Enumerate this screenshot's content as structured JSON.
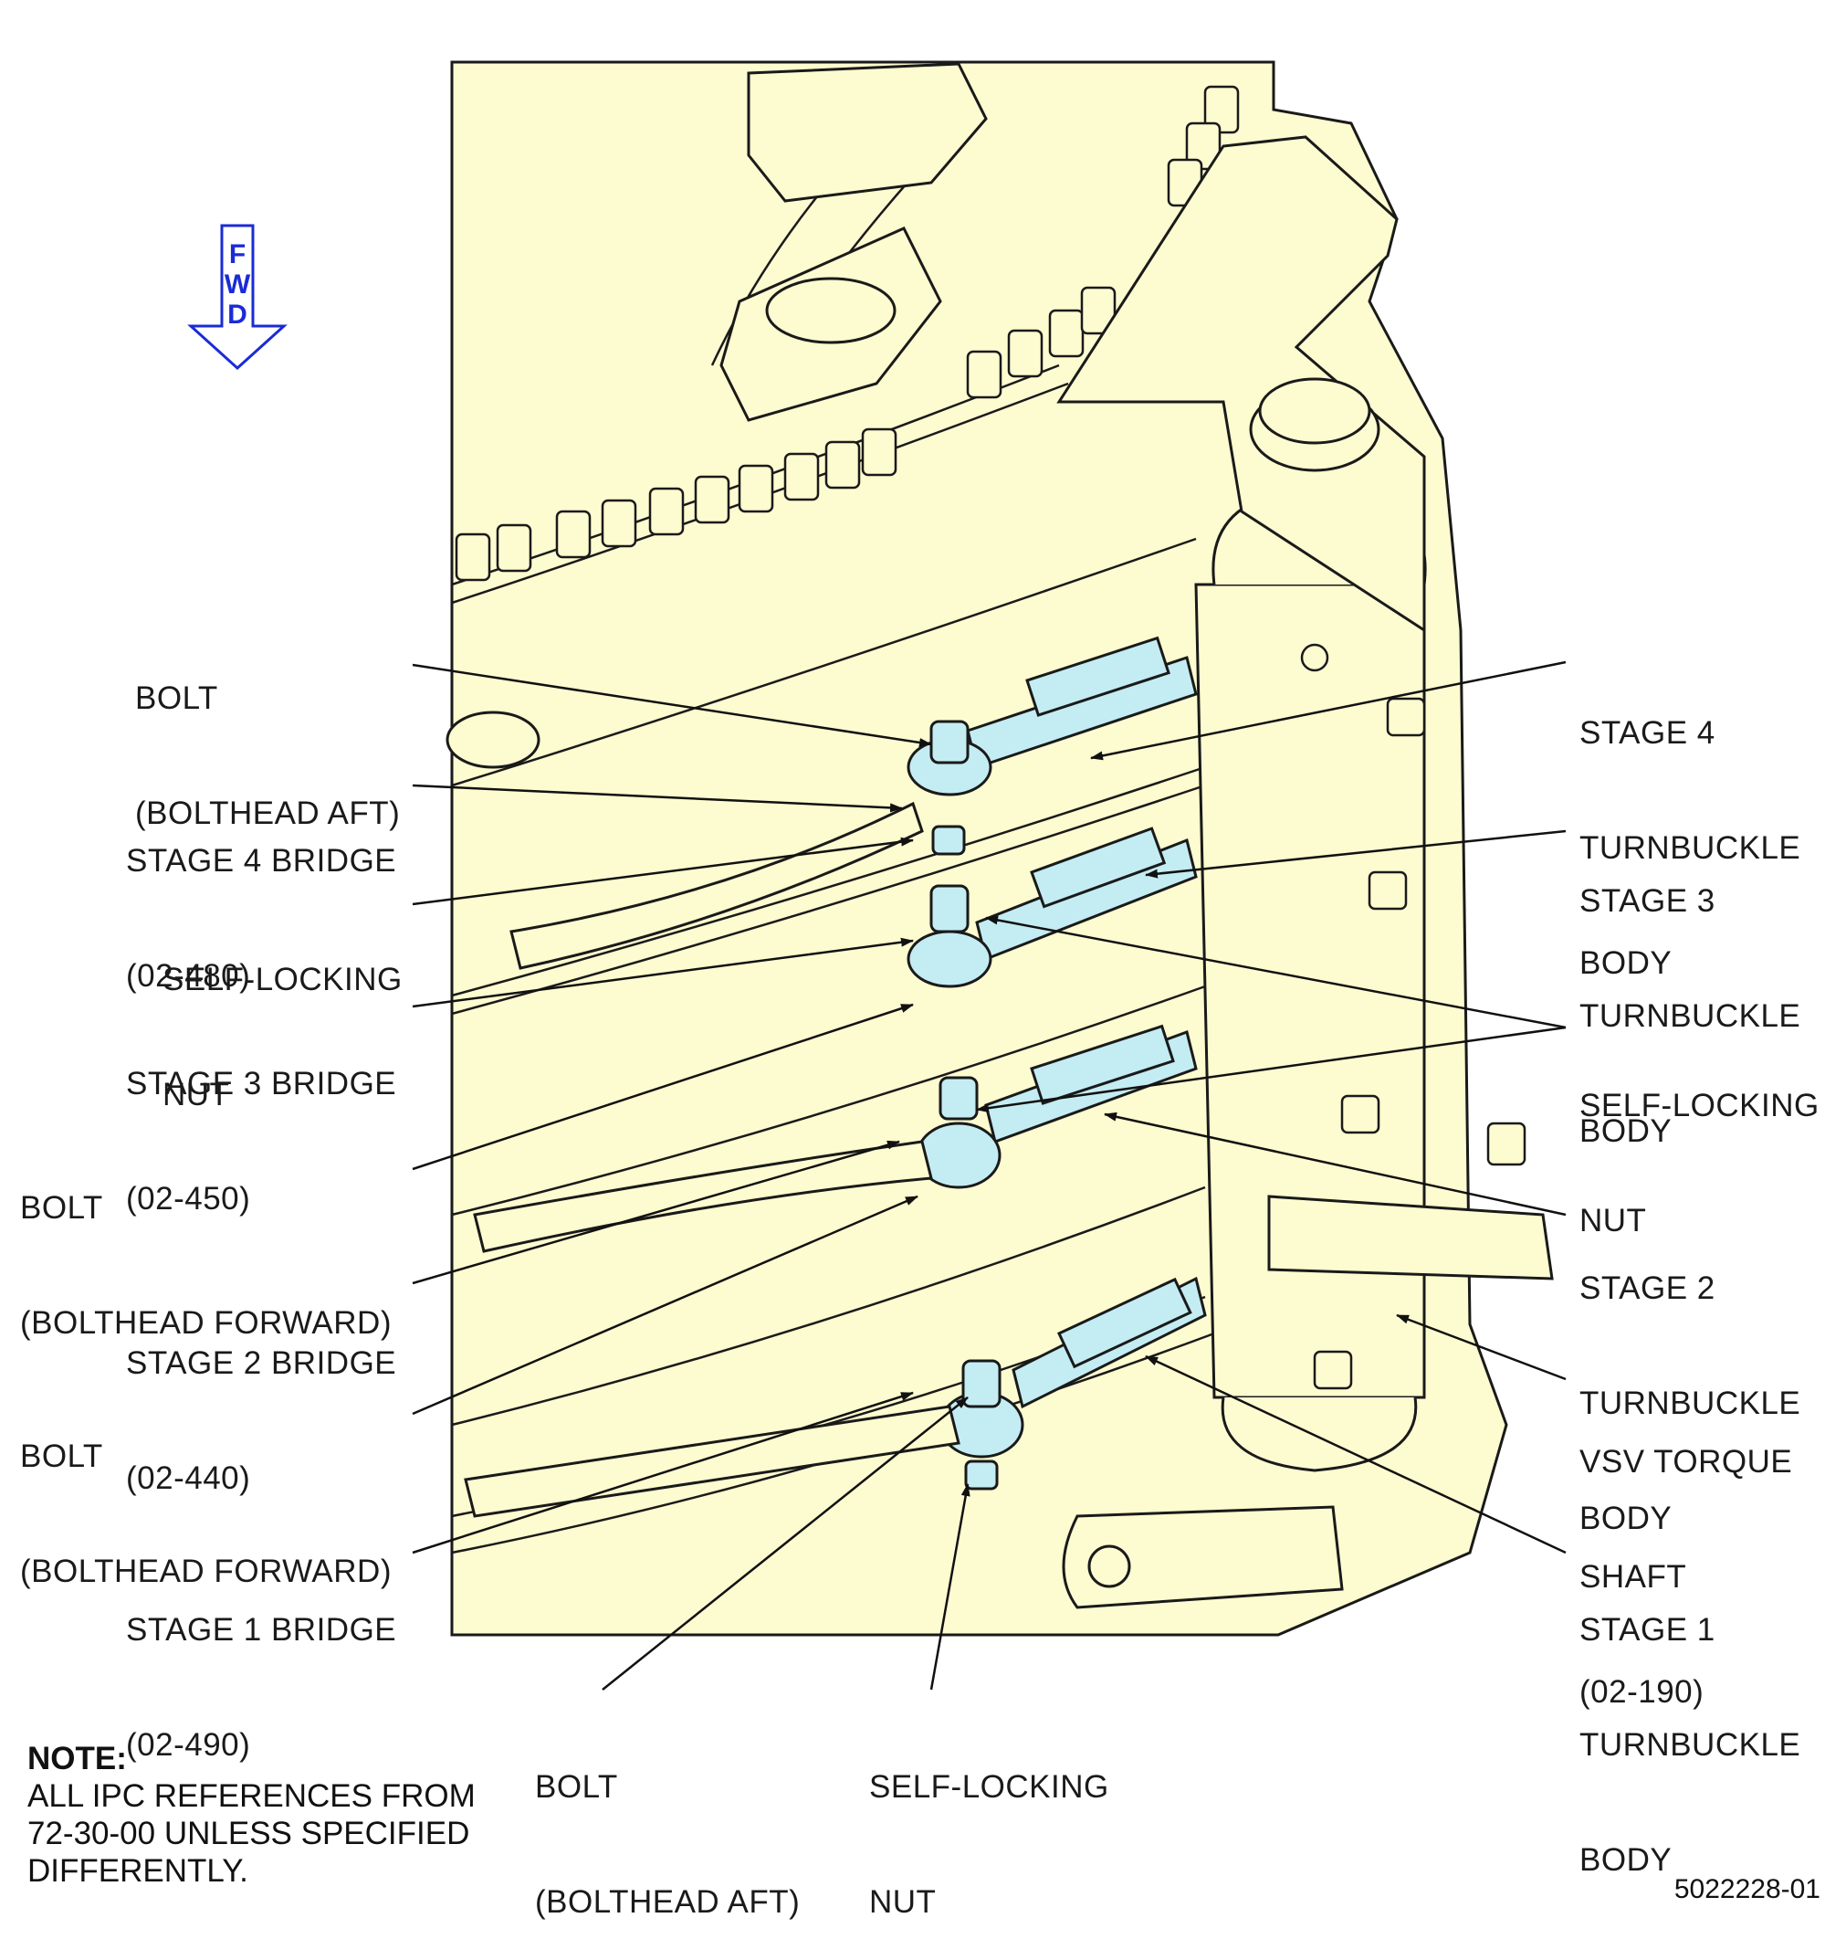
{
  "fwd_indicator": {
    "letters": [
      "F",
      "W",
      "D"
    ],
    "color": "#1a2bd6"
  },
  "colors": {
    "engine_fill": "#fdfbd0",
    "linkage_fill": "#c4ecf3",
    "line": "#1a1a1a"
  },
  "left_labels": {
    "bolt_aft_top": [
      "BOLT",
      "(BOLTHEAD AFT)"
    ],
    "stage4_bridge": [
      "STAGE 4 BRIDGE",
      "(02-480)"
    ],
    "self_locking_nut_left": [
      "SELF-LOCKING",
      "NUT"
    ],
    "stage3_bridge": [
      "STAGE 3 BRIDGE",
      "(02-450)"
    ],
    "bolt_fwd_1": [
      "BOLT",
      "(BOLTHEAD FORWARD)"
    ],
    "stage2_bridge": [
      "STAGE 2 BRIDGE",
      "(02-440)"
    ],
    "bolt_fwd_2": [
      "BOLT",
      "(BOLTHEAD FORWARD)"
    ],
    "stage1_bridge": [
      "STAGE 1 BRIDGE",
      "(02-490)"
    ]
  },
  "right_labels": {
    "stage4_turnbuckle": [
      "STAGE 4",
      "TURNBUCKLE",
      "BODY"
    ],
    "stage3_turnbuckle": [
      "STAGE 3",
      "TURNBUCKLE",
      "BODY"
    ],
    "self_locking_nut_right": [
      "SELF-LOCKING",
      "NUT"
    ],
    "stage2_turnbuckle": [
      "STAGE 2",
      "TURNBUCKLE",
      "BODY"
    ],
    "vsv_torque_shaft": [
      "VSV TORQUE",
      "SHAFT",
      "(02-190)"
    ],
    "stage1_turnbuckle": [
      "STAGE 1",
      "TURNBUCKLE",
      "BODY"
    ]
  },
  "bottom_labels": {
    "bolt_aft_bottom": [
      "BOLT",
      "(BOLTHEAD AFT)"
    ],
    "self_locking_nut_bottom": [
      "SELF-LOCKING",
      "NUT"
    ]
  },
  "note": {
    "heading": "NOTE:",
    "lines": [
      "ALL IPC REFERENCES FROM",
      "72-30-00 UNLESS SPECIFIED",
      "DIFFERENTLY."
    ]
  },
  "figure_number": "5022228-01"
}
